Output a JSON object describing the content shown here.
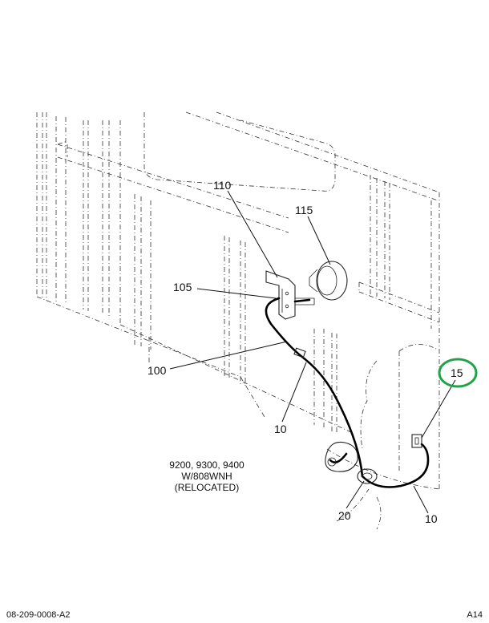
{
  "diagram": {
    "callouts": {
      "c110": "110",
      "c115": "115",
      "c105": "105",
      "c100": "100",
      "c10a": "10",
      "c15": "15",
      "c20": "20",
      "c10b": "10"
    },
    "highlight_color": "#22a34a",
    "note_lines": [
      "9200, 9300, 9400",
      "W/808WNH",
      "(RELOCATED)"
    ]
  },
  "footer": {
    "drawing_id": "08-209-0008-A2",
    "sheet": "A14"
  }
}
